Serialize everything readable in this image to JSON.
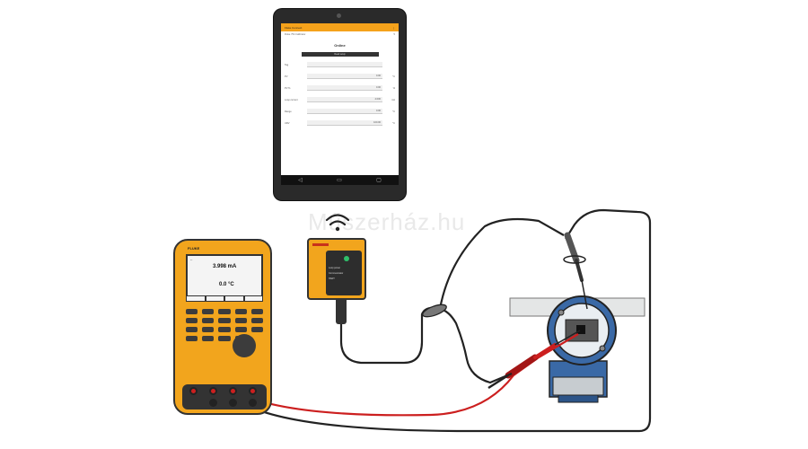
{
  "watermark": "Műszerház.hu",
  "tablet": {
    "app_title": "Fluke Connect",
    "device_left": "Fluke 754 Calibrator",
    "device_right": "5",
    "card_title": "Online",
    "button": "Read setup",
    "rows": [
      {
        "label": "Tag",
        "value": "",
        "unit": ""
      },
      {
        "label": "PV",
        "value": "0.00",
        "unit": "°C"
      },
      {
        "label": "PV %",
        "value": "0.00",
        "unit": "%"
      },
      {
        "label": "Loop current",
        "value": "4.000",
        "unit": "mA"
      },
      {
        "label": "Range",
        "value": "0.00",
        "unit": "°C"
      },
      {
        "label": "URV",
        "value": "100.00",
        "unit": "°C"
      }
    ]
  },
  "calibrator": {
    "logo": "FLUKE",
    "reading_1": "3.998 mA",
    "reading_2": "0.0 °C",
    "softkeys": [
      "",
      "",
      "",
      ""
    ]
  },
  "module": {
    "labels": [
      "Loop power",
      "Communicator",
      "HART"
    ]
  },
  "colors": {
    "fluke_yellow": "#f2a51d",
    "transmitter_blue": "#3a69a6",
    "red_lead": "#cc1f1f",
    "black_lead": "#222222"
  }
}
